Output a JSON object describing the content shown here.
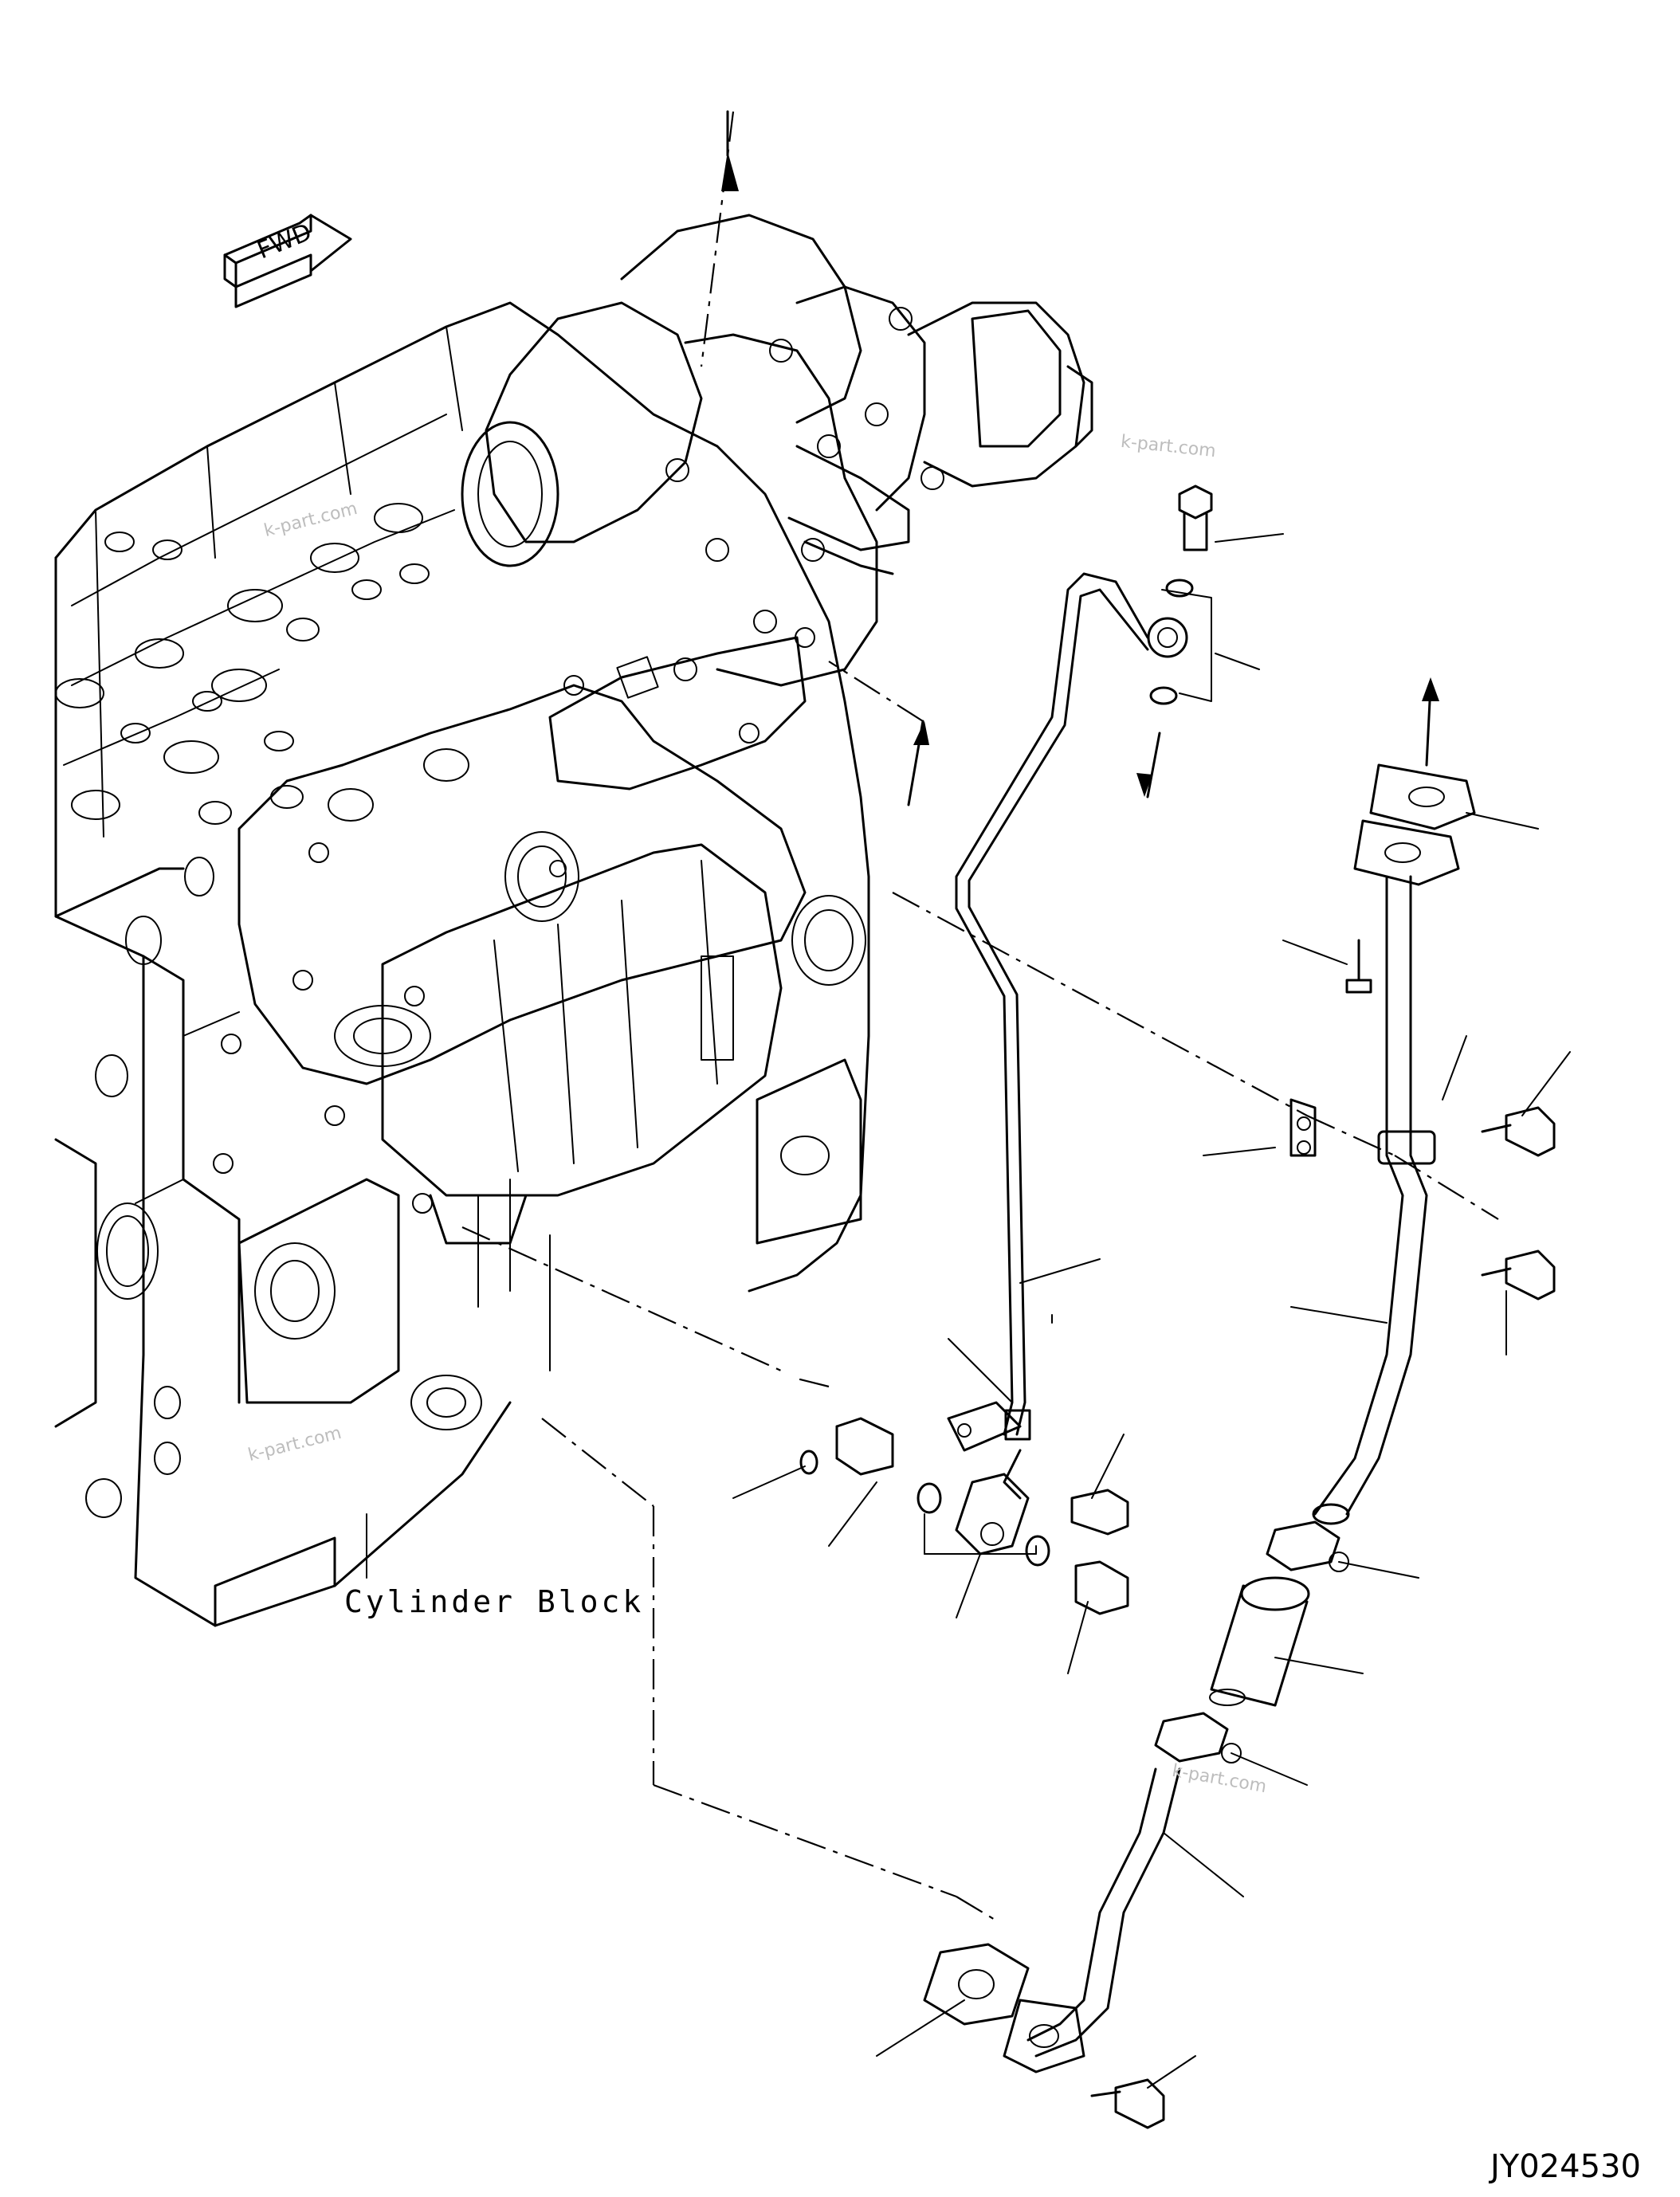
{
  "diagram": {
    "callout_label": "Cylinder Block",
    "drawing_number": "JY024530",
    "direction_marker": "FWD",
    "watermark": "k-part.com"
  }
}
